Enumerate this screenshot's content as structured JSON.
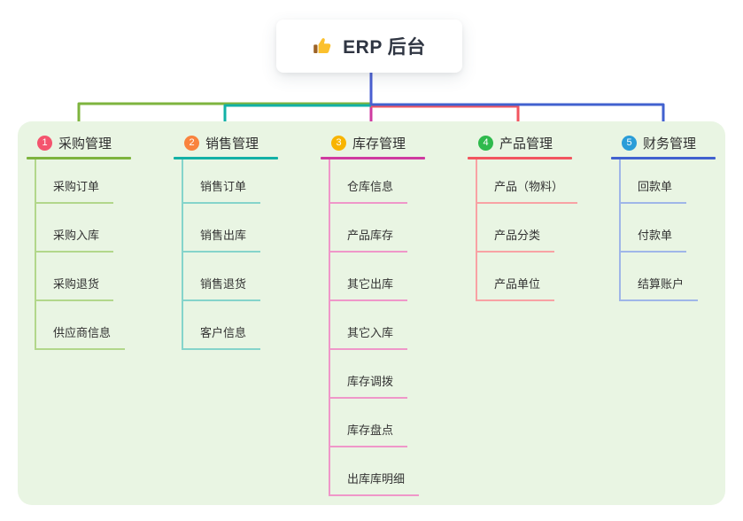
{
  "root": {
    "label": "ERP 后台",
    "icon": "thumbs-up-icon"
  },
  "colors": {
    "canvas_bg": "#ffffff",
    "panel_bg": "#e9f5e3",
    "text": "#333333",
    "root_text": "#2f3542",
    "stem": "#4a5fd2"
  },
  "branches": [
    {
      "num": "1",
      "label": "采购管理",
      "colors": {
        "badge": "#f4546e",
        "line": "#7eb43e",
        "light": "#b2d78b"
      },
      "children": [
        "采购订单",
        "采购入库",
        "采购退货",
        "供应商信息"
      ]
    },
    {
      "num": "2",
      "label": "销售管理",
      "colors": {
        "badge": "#f9833e",
        "line": "#12b1a6",
        "light": "#85d4cb"
      },
      "children": [
        "销售订单",
        "销售出库",
        "销售退货",
        "客户信息"
      ]
    },
    {
      "num": "3",
      "label": "库存管理",
      "colors": {
        "badge": "#f8b400",
        "line": "#cf3aa0",
        "light": "#ef97c9"
      },
      "children": [
        "仓库信息",
        "产品库存",
        "其它出库",
        "其它入库",
        "库存调拨",
        "库存盘点",
        "出库库明细"
      ]
    },
    {
      "num": "4",
      "label": "产品管理",
      "colors": {
        "badge": "#2fba4d",
        "line": "#f2555f",
        "light": "#f8a2a4"
      },
      "children": [
        "产品（物料）",
        "产品分类",
        "产品单位"
      ]
    },
    {
      "num": "5",
      "label": "财务管理",
      "colors": {
        "badge": "#2a9dd8",
        "line": "#4161cf",
        "light": "#9fb6e8"
      },
      "children": [
        "回款单",
        "付款单",
        "结算账户"
      ]
    }
  ]
}
